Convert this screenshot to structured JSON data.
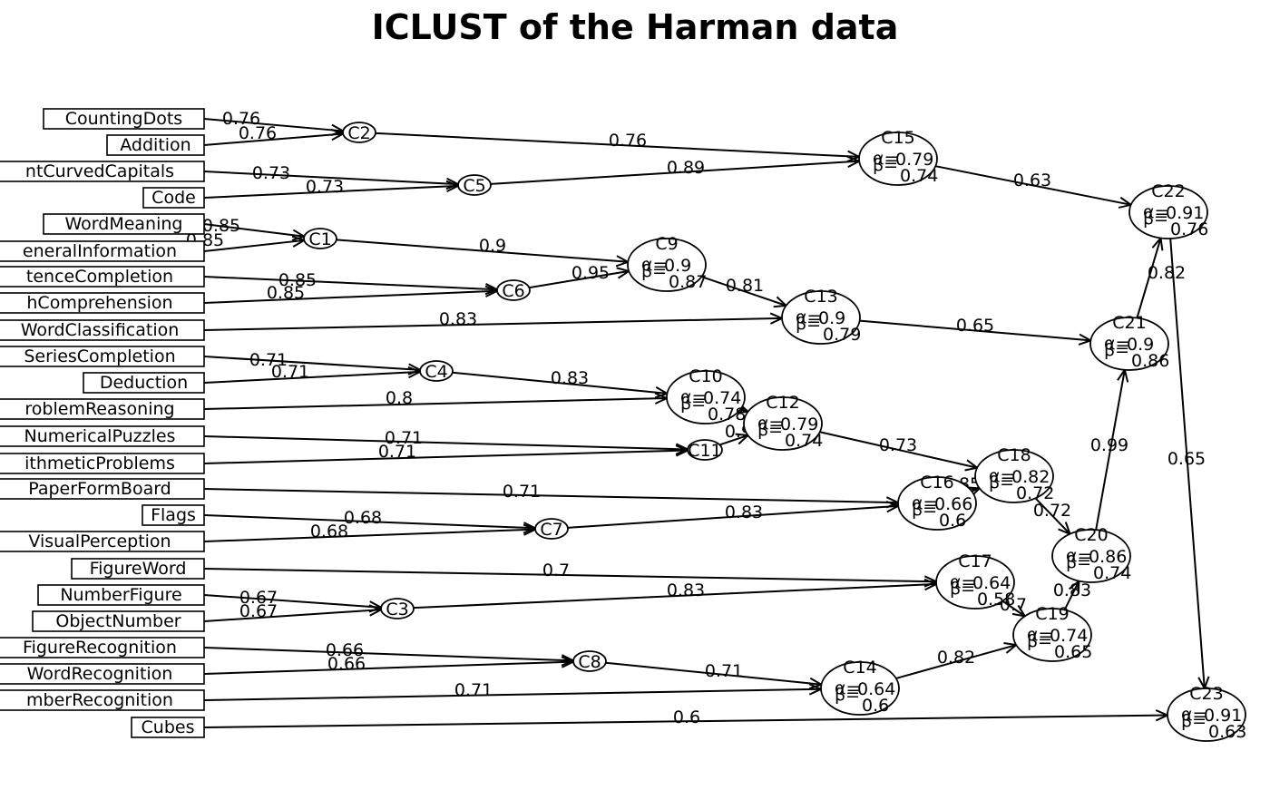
{
  "title": "ICLUST of the Harman data",
  "items": [
    {
      "id": "CountingDots",
      "label": "CountingDots"
    },
    {
      "id": "Addition",
      "label": "Addition"
    },
    {
      "id": "StraightCurvedCapitals",
      "label": "ntCurvedCapitals"
    },
    {
      "id": "Code",
      "label": "Code"
    },
    {
      "id": "WordMeaning",
      "label": "WordMeaning"
    },
    {
      "id": "GeneralInformation",
      "label": "eneralInformation"
    },
    {
      "id": "SentenceCompletion",
      "label": "tenceCompletion"
    },
    {
      "id": "ParagraphComprehension",
      "label": "hComprehension"
    },
    {
      "id": "WordClassification",
      "label": "WordClassification"
    },
    {
      "id": "SeriesCompletion",
      "label": "SeriesCompletion"
    },
    {
      "id": "Deduction",
      "label": "Deduction"
    },
    {
      "id": "ProblemReasoning",
      "label": "roblemReasoning"
    },
    {
      "id": "NumericalPuzzles",
      "label": "NumericalPuzzles"
    },
    {
      "id": "ArithmeticProblems",
      "label": "ithmeticProblems"
    },
    {
      "id": "PaperFormBoard",
      "label": "PaperFormBoard"
    },
    {
      "id": "Flags",
      "label": "Flags"
    },
    {
      "id": "VisualPerception",
      "label": "VisualPerception"
    },
    {
      "id": "FigureWord",
      "label": "FigureWord"
    },
    {
      "id": "NumberFigure",
      "label": "NumberFigure"
    },
    {
      "id": "ObjectNumber",
      "label": "ObjectNumber"
    },
    {
      "id": "FigureRecognition",
      "label": "FigureRecognition"
    },
    {
      "id": "WordRecognition",
      "label": "WordRecognition"
    },
    {
      "id": "NumberRecognition",
      "label": "mberRecognition"
    },
    {
      "id": "Cubes",
      "label": "Cubes"
    }
  ],
  "clusters": [
    {
      "id": "C1",
      "label": "C1"
    },
    {
      "id": "C2",
      "label": "C2"
    },
    {
      "id": "C3",
      "label": "C3"
    },
    {
      "id": "C4",
      "label": "C4"
    },
    {
      "id": "C5",
      "label": "C5"
    },
    {
      "id": "C6",
      "label": "C6"
    },
    {
      "id": "C7",
      "label": "C7"
    },
    {
      "id": "C8",
      "label": "C8"
    },
    {
      "id": "C9",
      "label": "C9",
      "alpha": "0.9",
      "beta": "0.87"
    },
    {
      "id": "C10",
      "label": "C10",
      "alpha": "0.74",
      "beta": "0.78"
    },
    {
      "id": "C11",
      "label": "C11"
    },
    {
      "id": "C12",
      "label": "C12",
      "alpha": "0.79",
      "beta": "0.74"
    },
    {
      "id": "C13",
      "label": "C13",
      "alpha": "0.9",
      "beta": "0.79"
    },
    {
      "id": "C14",
      "label": "C14",
      "alpha": "0.64",
      "beta": "0.6"
    },
    {
      "id": "C15",
      "label": "C15",
      "alpha": "0.79",
      "beta": "0.74"
    },
    {
      "id": "C16",
      "label": "C16",
      "alpha": "0.66",
      "beta": "0.6"
    },
    {
      "id": "C17",
      "label": "C17",
      "alpha": "0.64",
      "beta": "0.58"
    },
    {
      "id": "C18",
      "label": "C18",
      "alpha": "0.82",
      "beta": "0.72"
    },
    {
      "id": "C19",
      "label": "C19",
      "alpha": "0.74",
      "beta": "0.65"
    },
    {
      "id": "C20",
      "label": "C20",
      "alpha": "0.86",
      "beta": "0.74"
    },
    {
      "id": "C21",
      "label": "C21",
      "alpha": "0.9",
      "beta": "0.86"
    },
    {
      "id": "C22",
      "label": "C22",
      "alpha": "0.91",
      "beta": "0.76"
    },
    {
      "id": "C23",
      "label": "C23",
      "alpha": "0.91",
      "beta": "0.63"
    }
  ],
  "edges": [
    {
      "from": "CountingDots",
      "to": "C2",
      "label": "0.76"
    },
    {
      "from": "Addition",
      "to": "C2",
      "label": "0.76"
    },
    {
      "from": "StraightCurvedCapitals",
      "to": "C5",
      "label": "0.73"
    },
    {
      "from": "Code",
      "to": "C5",
      "label": "0.73"
    },
    {
      "from": "WordMeaning",
      "to": "C1",
      "label": "0.85"
    },
    {
      "from": "GeneralInformation",
      "to": "C1",
      "label": "0.85"
    },
    {
      "from": "SentenceCompletion",
      "to": "C6",
      "label": "0.85"
    },
    {
      "from": "ParagraphComprehension",
      "to": "C6",
      "label": "0.85"
    },
    {
      "from": "WordClassification",
      "to": "C13",
      "label": "0.83"
    },
    {
      "from": "SeriesCompletion",
      "to": "C4",
      "label": "0.71"
    },
    {
      "from": "Deduction",
      "to": "C4",
      "label": "0.71"
    },
    {
      "from": "ProblemReasoning",
      "to": "C10",
      "label": "0.8"
    },
    {
      "from": "NumericalPuzzles",
      "to": "C11",
      "label": "0.71"
    },
    {
      "from": "ArithmeticProblems",
      "to": "C11",
      "label": "0.71"
    },
    {
      "from": "PaperFormBoard",
      "to": "C16",
      "label": "0.71"
    },
    {
      "from": "Flags",
      "to": "C7",
      "label": "0.68"
    },
    {
      "from": "VisualPerception",
      "to": "C7",
      "label": "0.68"
    },
    {
      "from": "FigureWord",
      "to": "C17",
      "label": "0.7"
    },
    {
      "from": "NumberFigure",
      "to": "C3",
      "label": "0.67"
    },
    {
      "from": "ObjectNumber",
      "to": "C3",
      "label": "0.67"
    },
    {
      "from": "FigureRecognition",
      "to": "C8",
      "label": "0.66"
    },
    {
      "from": "WordRecognition",
      "to": "C8",
      "label": "0.66"
    },
    {
      "from": "NumberRecognition",
      "to": "C14",
      "label": "0.71"
    },
    {
      "from": "Cubes",
      "to": "C23",
      "label": "0.6"
    },
    {
      "from": "C2",
      "to": "C15",
      "label": "0.76"
    },
    {
      "from": "C5",
      "to": "C15",
      "label": "0.89"
    },
    {
      "from": "C1",
      "to": "C9",
      "label": "0.9"
    },
    {
      "from": "C6",
      "to": "C9",
      "label": "0.95"
    },
    {
      "from": "C9",
      "to": "C13",
      "label": "0.81"
    },
    {
      "from": "C4",
      "to": "C10",
      "label": "0.83"
    },
    {
      "from": "C10",
      "to": "C12",
      "label": "0.78"
    },
    {
      "from": "C11",
      "to": "C12",
      "label": "0.91"
    },
    {
      "from": "C12",
      "to": "C18",
      "label": "0.73"
    },
    {
      "from": "C7",
      "to": "C16",
      "label": "0.83"
    },
    {
      "from": "C16",
      "to": "C18",
      "label": "0.85"
    },
    {
      "from": "C3",
      "to": "C17",
      "label": "0.83"
    },
    {
      "from": "C8",
      "to": "C14",
      "label": "0.71"
    },
    {
      "from": "C14",
      "to": "C19",
      "label": "0.82"
    },
    {
      "from": "C17",
      "to": "C19",
      "label": "0.7"
    },
    {
      "from": "C18",
      "to": "C20",
      "label": "0.72"
    },
    {
      "from": "C19",
      "to": "C20",
      "label": "0.83"
    },
    {
      "from": "C13",
      "to": "C21",
      "label": "0.65"
    },
    {
      "from": "C20",
      "to": "C21",
      "label": "0.99"
    },
    {
      "from": "C15",
      "to": "C22",
      "label": "0.63"
    },
    {
      "from": "C21",
      "to": "C22",
      "label": "0.82"
    },
    {
      "from": "C22",
      "to": "C23",
      "label": "0.65"
    }
  ]
}
